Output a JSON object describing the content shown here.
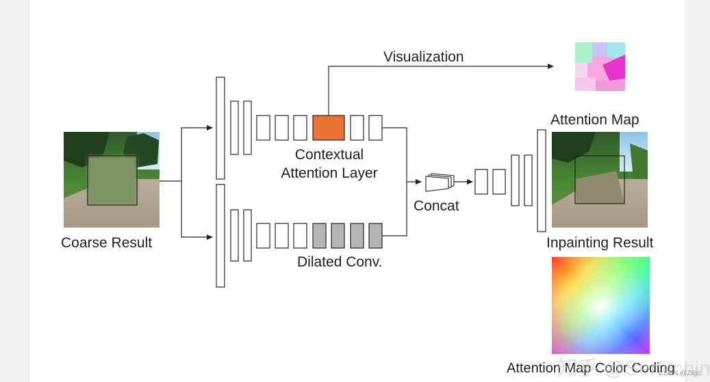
{
  "labels": {
    "visualization": "Visualization",
    "attention_map": "Attention Map",
    "contextual_attention_layer_line1": "Contextual",
    "contextual_attention_layer_line2": "Attention Layer",
    "concat": "Concat",
    "coarse_result": "Coarse Result",
    "dilated_conv": "Dilated Conv.",
    "inpainting_result": "Inpainting Result",
    "attention_map_color_coding": "Attention Map Color Coding"
  },
  "watermark": {
    "text": "知乎 @Serfitching",
    "csdn": "CSDN @Ziijjc"
  },
  "colors": {
    "attention_layer": "#ec7233",
    "dilated_conv": "#b5b5b5",
    "block_stroke": "#222222"
  }
}
